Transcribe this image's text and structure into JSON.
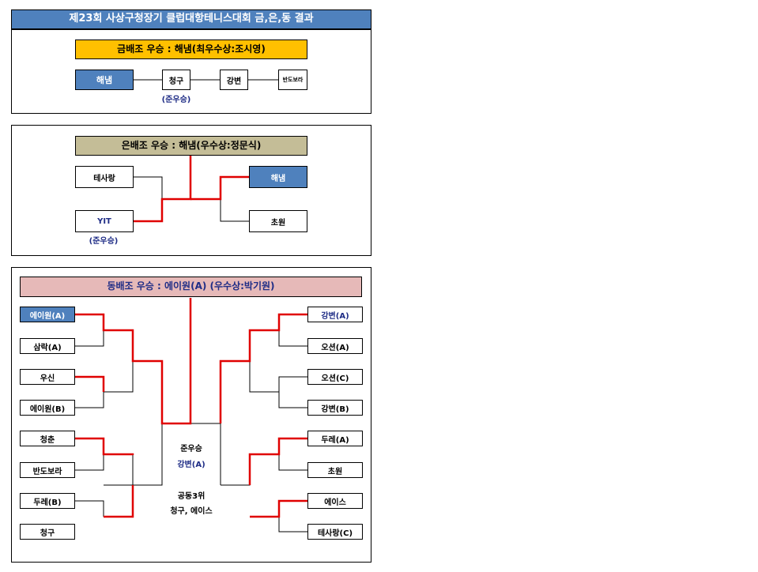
{
  "title": "제23회 사상구청장기 클럽대항테니스대회 금,은,동 결과",
  "gold": {
    "header": "금배조 우승 : 해냄(최우수상:조시영)",
    "teams": [
      "해냄",
      "청구",
      "강변",
      "반도보라"
    ],
    "runner_up_label": "(준우승)"
  },
  "silver": {
    "header": "은배조 우승 : 해냄(우수상:정문식)",
    "left_teams": [
      "테사랑",
      "YIT"
    ],
    "right_teams": [
      "해냄",
      "초원"
    ],
    "runner_up_label": "(준우승)"
  },
  "bronze": {
    "header": "동배조 우승 : 에이원(A) (우수상:박기원)",
    "left_teams": [
      "에이원(A)",
      "삼락(A)",
      "우신",
      "에이원(B)",
      "청춘",
      "반도보라",
      "두레(B)",
      "청구"
    ],
    "right_teams": [
      "강변(A)",
      "오션(A)",
      "오션(C)",
      "강변(B)",
      "두레(A)",
      "초원",
      "에이스",
      "테사랑(C)"
    ],
    "runner_up_title": "준우승",
    "runner_up_team": "강변(A)",
    "third_title": "공동3위",
    "third_teams": "청구, 에이스"
  },
  "colors": {
    "title_bg": "#4f81bd",
    "winner_box": "#4f81bd",
    "gold_header": "#ffc000",
    "silver_header": "#c4bd97",
    "bronze_header": "#e6b9b8",
    "win_line": "#e00000",
    "highlight_text": "#1f2d86"
  }
}
